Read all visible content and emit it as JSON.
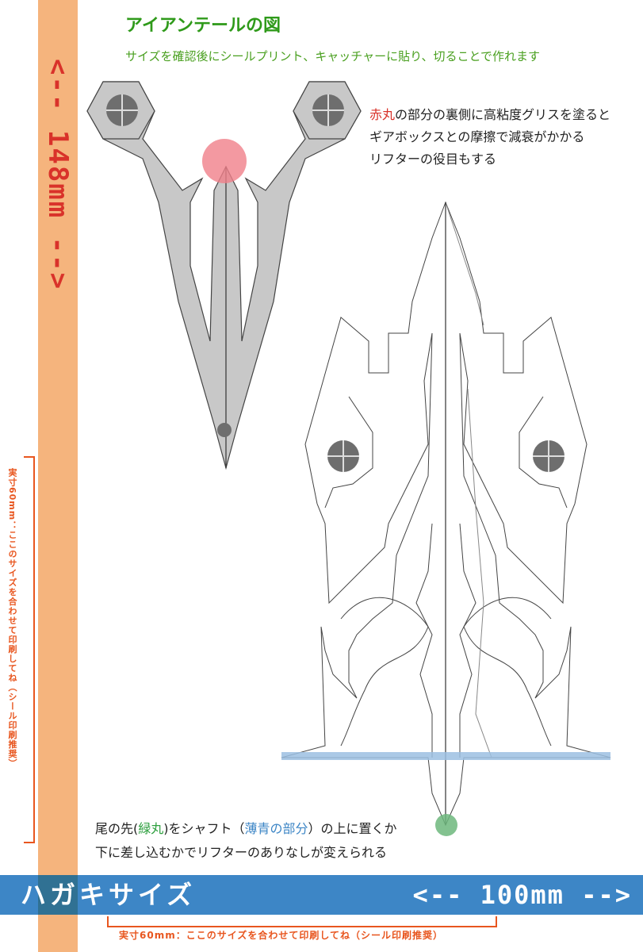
{
  "title": "アイアンテールの図",
  "subtitle": "サイズを確認後にシールプリント、キャッチャーに貼り、切ることで作れます",
  "left_band_label": "<-- 148mm -->",
  "bottom_band": {
    "left_label": "ハガキサイズ",
    "right_label": "<-- 100mm -->"
  },
  "print_note": "実寸60mm：ここのサイズを合わせて印刷してね（シール印刷推奨）",
  "red_note": {
    "highlight": "赤丸",
    "line1_rest": "の部分の裏側に高粘度グリスを塗ると",
    "line2": "ギアボックスとの摩擦で減衰がかかる",
    "line3": "リフターの役目もする"
  },
  "green_note": {
    "prefix": "尾の先(",
    "green_word": "緑丸",
    "middle": ")をシャフト（",
    "blue_word": "薄青の部分",
    "suffix": "）の上に置くか",
    "line2": "下に差し込むかでリフターのありなしが変えられる"
  },
  "colors": {
    "left_band": "#f5b47d",
    "bottom_band": "#3d86c6",
    "title_green": "#2f9a1a",
    "accent_red": "#d9322a",
    "accent_orange": "#e8561f",
    "red_circle": "#f0808a",
    "green_circle": "#6db77c",
    "shaft_blue": "#9cc0e2",
    "part_gray": "#c8c8c8",
    "hole_gray": "#6e6e6e"
  }
}
